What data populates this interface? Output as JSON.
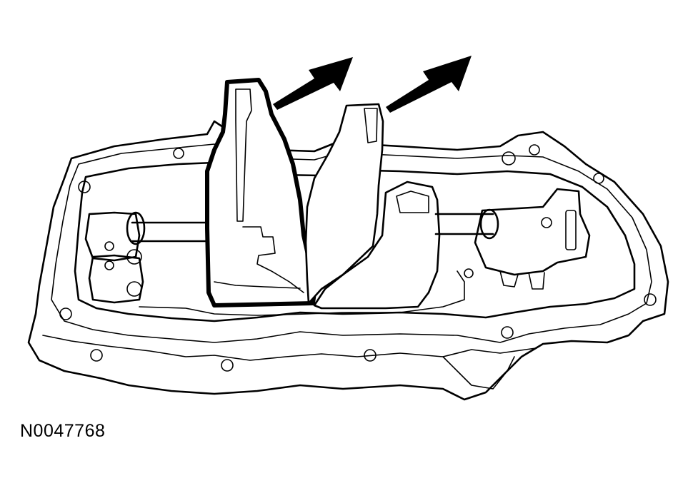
{
  "figure": {
    "id_label": "N0047768"
  },
  "callouts": [
    {
      "name": "left-baffle-arrow",
      "icon": "arrow-pointer-icon"
    },
    {
      "name": "right-baffle-arrow",
      "icon": "arrow-pointer-icon"
    }
  ]
}
